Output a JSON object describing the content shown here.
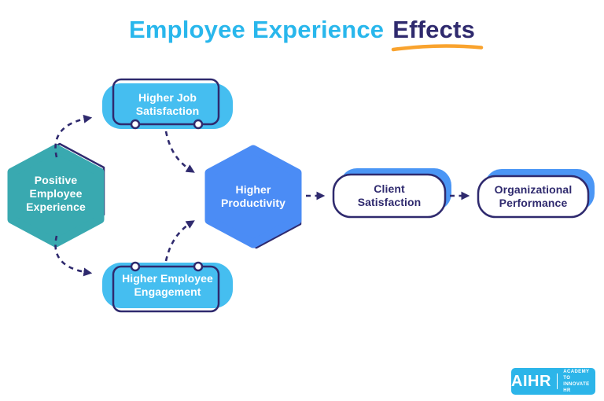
{
  "title": {
    "part1": "Employee Experience",
    "part2": "Effects"
  },
  "diagram": {
    "nodes": {
      "source": {
        "label": "Positive Employee Experience",
        "shape": "hexagon",
        "fill": "#39a9b0"
      },
      "job": {
        "label": "Higher Job Satisfaction",
        "shape": "rounded-rect",
        "fill": "#45bef0"
      },
      "engagement": {
        "label": "Higher Employee Engagement",
        "shape": "rounded-rect",
        "fill": "#45bef0"
      },
      "productivity": {
        "label": "Higher Productivity",
        "shape": "hexagon",
        "fill": "#4b8cf5"
      },
      "client": {
        "label": "Client Satisfaction",
        "shape": "rounded-rect",
        "fill": "#ffffff"
      },
      "performance": {
        "label": "Organizational Performance",
        "shape": "rounded-rect",
        "fill": "#ffffff"
      }
    },
    "edges": [
      {
        "from": "source",
        "to": "job"
      },
      {
        "from": "source",
        "to": "engagement"
      },
      {
        "from": "job",
        "to": "productivity"
      },
      {
        "from": "engagement",
        "to": "productivity"
      },
      {
        "from": "productivity",
        "to": "client"
      },
      {
        "from": "client",
        "to": "performance"
      }
    ]
  },
  "logo": {
    "word": "AIHR",
    "tagline_line1": "ACADEMY TO",
    "tagline_line2": "INNOVATE HR"
  },
  "colors": {
    "title_cyan": "#29b7ec",
    "navy": "#2f2a6e",
    "underline_orange": "#f9a32e",
    "box_light_blue": "#45bef0",
    "hex_blue": "#4b8cf5",
    "hex_teal": "#39a9b0",
    "shadow_blue": "#4b96f5",
    "logo_blue": "#2cb5e9",
    "background": "#ffffff"
  }
}
